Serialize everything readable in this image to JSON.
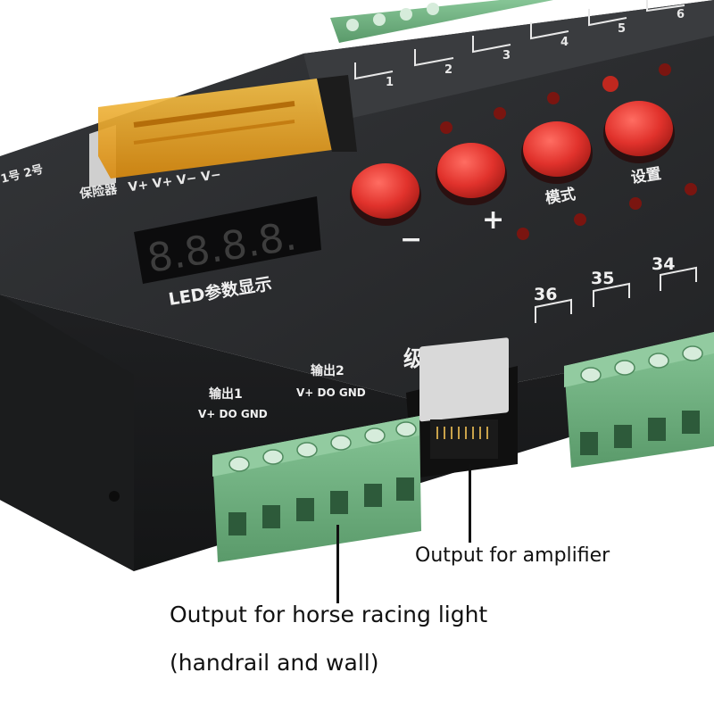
{
  "product_photo": {
    "device_labels": {
      "channel_numbers": [
        "1",
        "2",
        "3",
        "4",
        "5",
        "6",
        "36",
        "35",
        "34"
      ],
      "power_input": "V+ V+ V− V−",
      "fuse_label": "保险器",
      "side_label": "1号 2号",
      "display_digits": "8.8.8.8.",
      "display_label": "LED参数显示",
      "button_minus": "−",
      "button_plus": "+",
      "button_mode": "模式",
      "button_setup": "设置",
      "cascade_label": "级联",
      "output1_title": "输出1",
      "output1_pins": "V+  DO  GND",
      "output2_title": "输出2",
      "output2_pins": "V+  DO  GND"
    },
    "captions": {
      "amplifier": "Output for amplifier",
      "racing_line1": "Output for horse racing light",
      "racing_line2": "(handrail and wall)"
    },
    "colors": {
      "body": "#2b2c2e",
      "terminal": "#6cae7c",
      "button": "#e1322c",
      "fuse": "#e9a21a",
      "led_indicator": "#9a1b14"
    }
  }
}
